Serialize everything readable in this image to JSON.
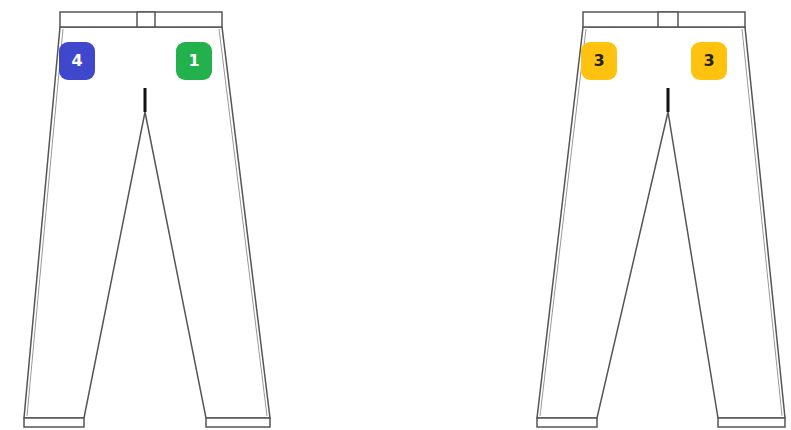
{
  "diagram": {
    "nodes": [
      {
        "text": [
          "4"
        ]
      },
      {
        "text": [
          "1"
        ]
      },
      {
        "text": [
          "3"
        ]
      },
      {
        "text": [
          "3"
        ]
      }
    ]
  }
}
